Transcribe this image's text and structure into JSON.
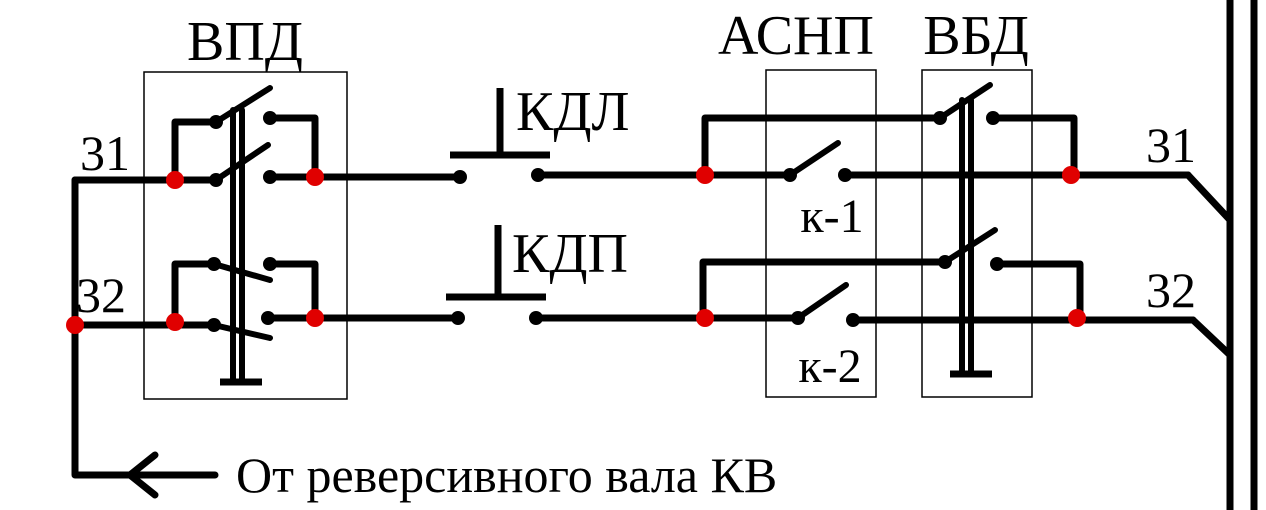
{
  "blocks": {
    "vpd": "ВПД",
    "asnp": "АСНП",
    "vbd": "ВБД"
  },
  "buttons": {
    "kdl": "КДЛ",
    "kdp": "КДП"
  },
  "contacts": {
    "k1": "к-1",
    "k2": "к-2"
  },
  "wires": {
    "left_31": "31",
    "left_32": "32",
    "right_31": "31",
    "right_32": "32"
  },
  "source_label": "От реверсивного вала КВ",
  "colors": {
    "wire": "#000000",
    "junction": "#e00000",
    "background": "#ffffff"
  }
}
